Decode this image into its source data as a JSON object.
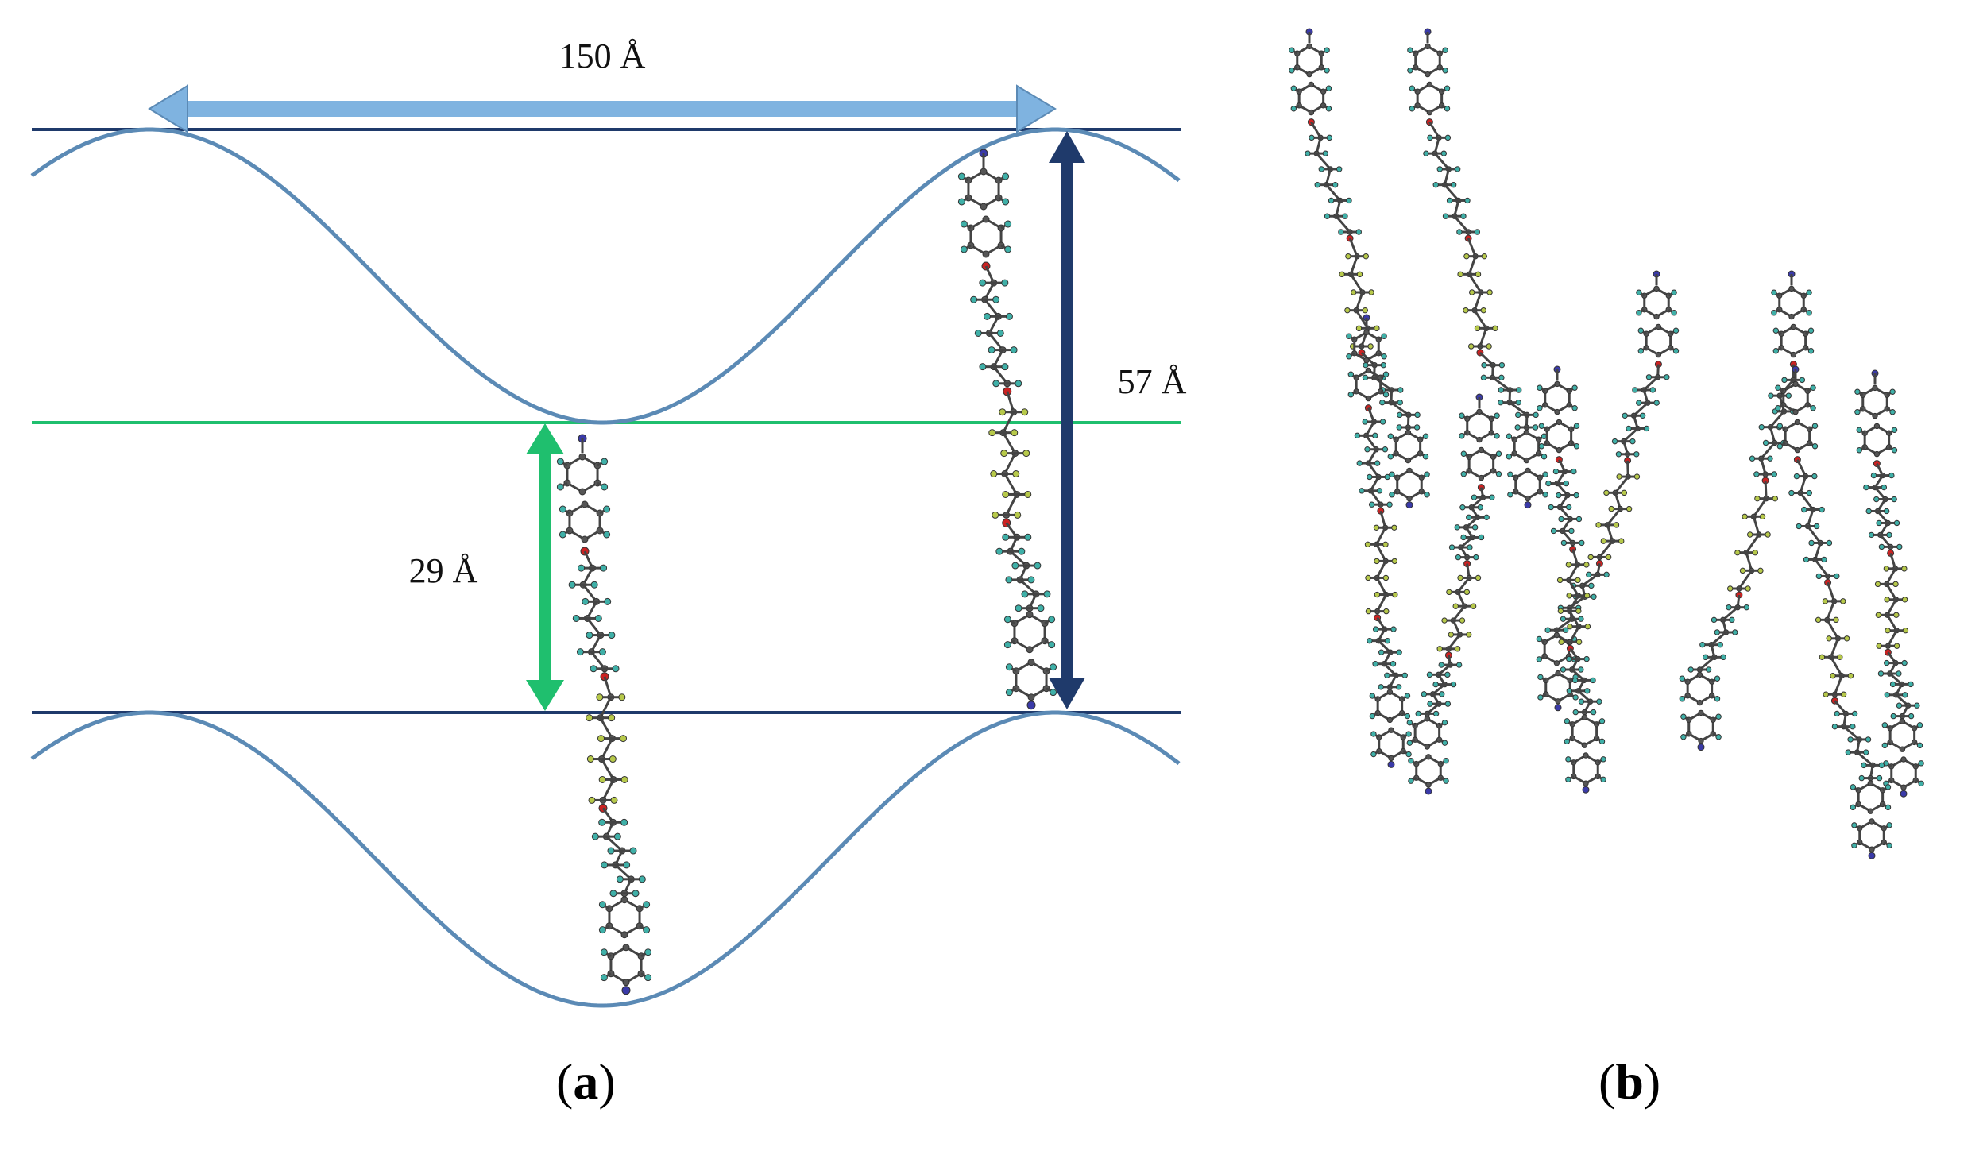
{
  "panel_a": {
    "label_open": "(",
    "label_letter": "a",
    "label_close": ")",
    "dim_period": "150 Å",
    "dim_full_layer": "57 Å",
    "dim_half_layer": "29 Å",
    "colors": {
      "sine": "#5b8ab5",
      "layer_line": "#1f3a6b",
      "midline": "#1fbf6e",
      "arrow_period": "#7fb3e0",
      "arrow_full": "#1f3a6b",
      "arrow_half": "#1fbf6e"
    }
  },
  "panel_b": {
    "label_open": "(",
    "label_letter": "b",
    "label_close": ")"
  },
  "molecule_colors": {
    "carbon": "#555555",
    "hydrogen": "#3fb0a8",
    "fluorine": "#b7c94a",
    "oxygen": "#cc2222",
    "nitrogen": "#3a3aa8"
  }
}
